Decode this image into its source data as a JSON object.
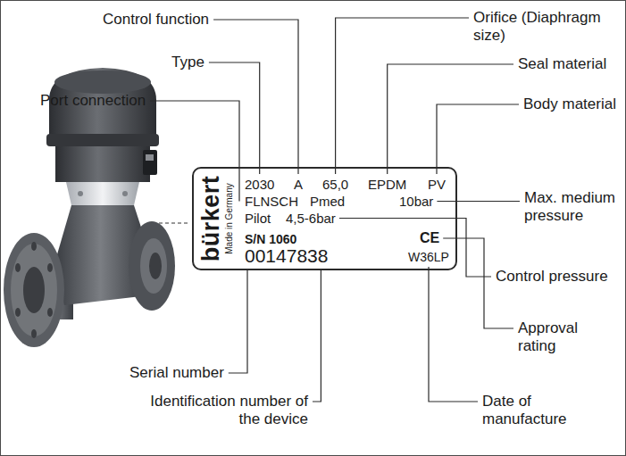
{
  "diagram": {
    "nodes": [
      {
        "text": [
          "bürkert",
          "Made in Germany",
          "2030",
          "A",
          "65,0",
          "EPDM",
          "PV",
          "FLNSCH",
          "Pmed",
          "10bar",
          "Pilot",
          "4,5-6bar",
          "S/N 1060",
          "00147838",
          "CE",
          "W36LP"
        ]
      }
    ],
    "labels": [
      "Control function",
      "Type",
      "Port connection",
      "Orifice (Diaphragm size)",
      "Seal material",
      "Body material",
      "Max. medium pressure",
      "Control pressure",
      "Approval rating",
      "Date of manufacture",
      "Serial number",
      "Identification number of the device"
    ]
  }
}
